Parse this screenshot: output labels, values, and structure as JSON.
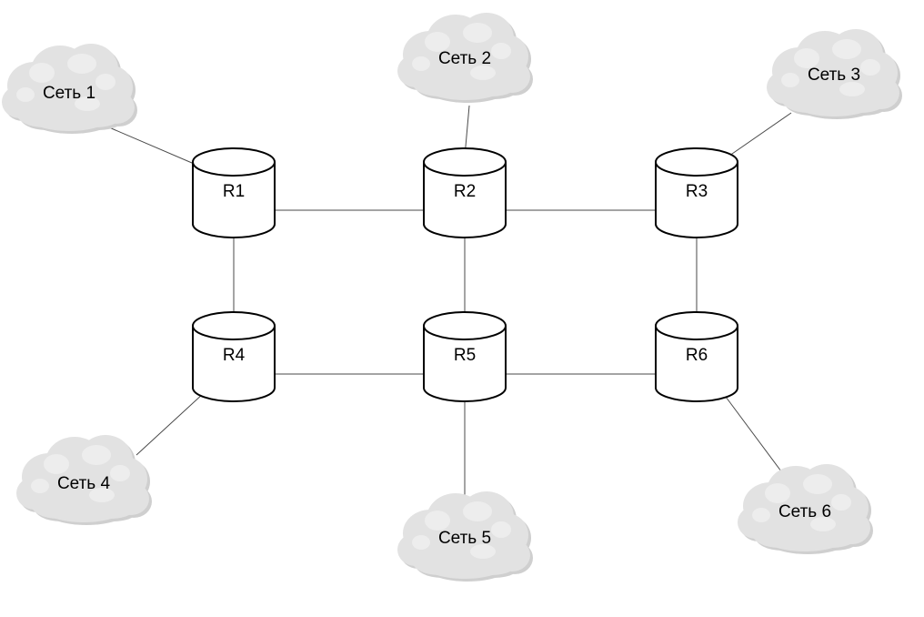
{
  "routers": [
    {
      "id": "r1",
      "label": "R1"
    },
    {
      "id": "r2",
      "label": "R2"
    },
    {
      "id": "r3",
      "label": "R3"
    },
    {
      "id": "r4",
      "label": "R4"
    },
    {
      "id": "r5",
      "label": "R5"
    },
    {
      "id": "r6",
      "label": "R6"
    }
  ],
  "networks": [
    {
      "id": "n1",
      "label": "Сеть 1"
    },
    {
      "id": "n2",
      "label": "Сеть 2"
    },
    {
      "id": "n3",
      "label": "Сеть 3"
    },
    {
      "id": "n4",
      "label": "Сеть 4"
    },
    {
      "id": "n5",
      "label": "Сеть 5"
    },
    {
      "id": "n6",
      "label": "Сеть 6"
    }
  ],
  "links": [
    [
      "r1",
      "r2"
    ],
    [
      "r2",
      "r3"
    ],
    [
      "r4",
      "r5"
    ],
    [
      "r5",
      "r6"
    ],
    [
      "r1",
      "r4"
    ],
    [
      "r2",
      "r5"
    ],
    [
      "r3",
      "r6"
    ],
    [
      "n1",
      "r1"
    ],
    [
      "n2",
      "r2"
    ],
    [
      "n3",
      "r3"
    ],
    [
      "n4",
      "r4"
    ],
    [
      "n5",
      "r5"
    ],
    [
      "n6",
      "r6"
    ]
  ],
  "colors": {
    "cloud_fill": "#e2e2e2",
    "cloud_shade": "#cfcfcf",
    "router_stroke": "#000000",
    "link_stroke": "#4a4a4a"
  },
  "icons": {
    "router": "router-cylinder-icon",
    "network": "cloud-icon"
  }
}
